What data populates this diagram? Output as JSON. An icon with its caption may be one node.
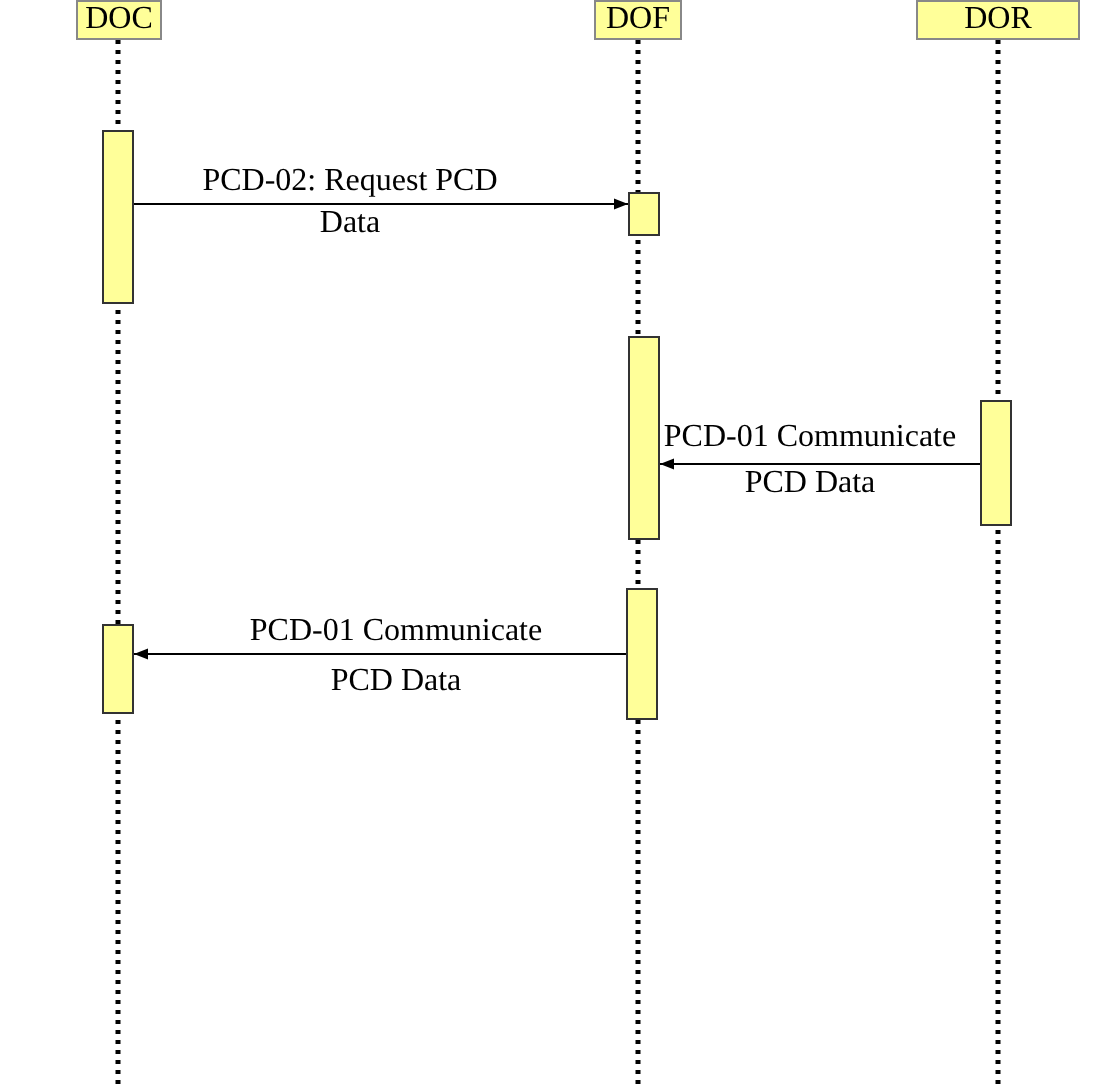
{
  "diagram": {
    "nodes": [
      {
        "text": [
          "DOC"
        ]
      },
      {
        "text": [
          "DOF"
        ]
      },
      {
        "text": [
          "DOR"
        ]
      },
      {
        "text": [],
        "shape": "bar"
      },
      {
        "text": [],
        "shape": "bar"
      },
      {
        "text": [],
        "shape": "bar"
      },
      {
        "text": [],
        "shape": "bar"
      },
      {
        "text": [],
        "shape": "bar"
      },
      {
        "text": [],
        "shape": "bar"
      }
    ],
    "edges": [
      {
        "from": 3,
        "to": 4,
        "arrow": "to",
        "label": "PCD-02: Request PCD Data"
      },
      {
        "from": 6,
        "to": 5,
        "arrow": "to",
        "label": "PCD-01 Communicate PCD Data"
      },
      {
        "from": 7,
        "to": 8,
        "arrow": "to",
        "label": "PCD-01 Communicate PCD Data"
      }
    ]
  }
}
